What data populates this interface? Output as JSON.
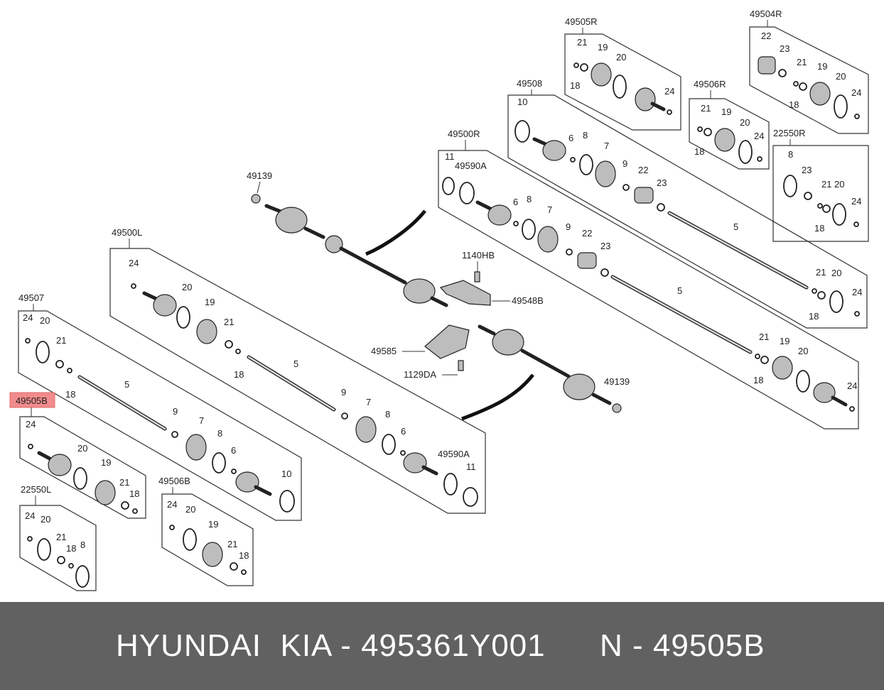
{
  "diagram": {
    "highlight_color": "#f28b8b",
    "group_labels": {
      "g49505R": "49505R",
      "g49504R": "49504R",
      "g49508": "49508",
      "g49506R": "49506R",
      "g22550R": "22550R",
      "g49500R": "49500R",
      "g49500L": "49500L",
      "g49507": "49507",
      "g49505B": "49505B",
      "g49506B": "49506B",
      "g22550L": "22550L"
    },
    "callouts": {
      "n49139a": "49139",
      "n49139b": "49139",
      "n1140HB": "1140HB",
      "n49548B": "49548B",
      "n49585": "49585",
      "n1129DA": "1129DA",
      "n49590A_r": "49590A",
      "n49590A_l": "49590A"
    },
    "part_numbers": {
      "p21": "21",
      "p19": "19",
      "p20": "20",
      "p24": "24",
      "p18": "18",
      "p22": "22",
      "p23": "23",
      "p10": "10",
      "p6": "6",
      "p8": "8",
      "p7": "7",
      "p9": "9",
      "p5": "5",
      "p11": "11"
    }
  },
  "banner": {
    "brand": "HYUNDAI  KIA - 495361Y001",
    "ref": "N - 49505B",
    "background": "#616161"
  }
}
